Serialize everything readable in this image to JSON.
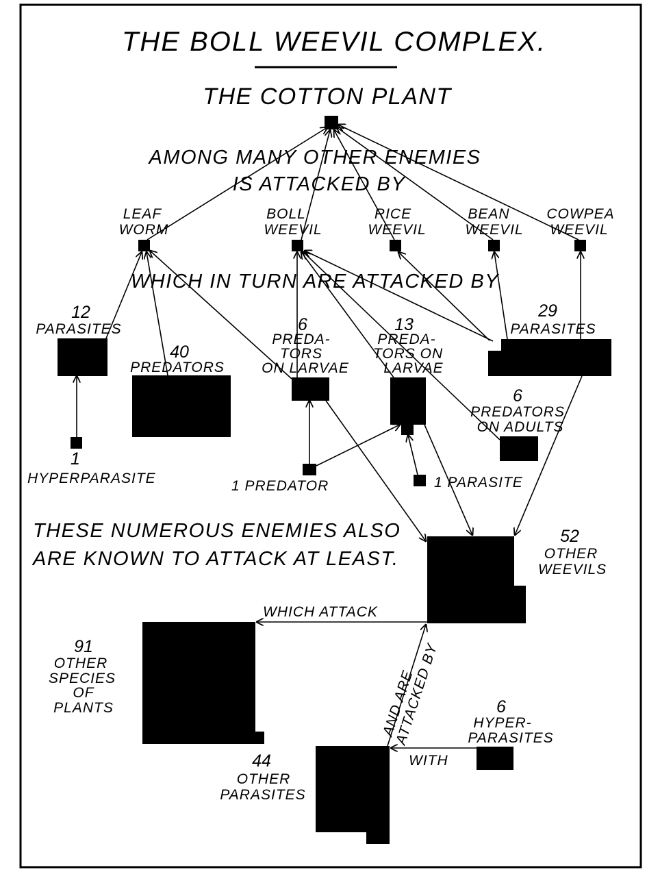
{
  "title": "THE BOLL WEEVIL COMPLEX.",
  "subtitle": "THE COTTON PLANT",
  "phrases": {
    "among_line1": "AMONG MANY OTHER ENEMIES",
    "among_line2": "IS ATTACKED BY",
    "which_in_turn": "WHICH IN TURN ARE ATTACKED BY",
    "numerous_line1": "THESE NUMEROUS ENEMIES ALSO",
    "numerous_line2": "ARE KNOWN TO ATTACK AT LEAST.",
    "which_attack": "WHICH ATTACK",
    "and_are_line1": "AND ARE",
    "and_are_line2": "ATTACKED BY",
    "with": "WITH"
  },
  "nodes": {
    "leaf_worm": [
      "LEAF",
      "WORM"
    ],
    "boll_weevil": [
      "BOLL",
      "WEEVIL"
    ],
    "rice_weevil": [
      "RICE",
      "WEEVIL"
    ],
    "bean_weevil": [
      "BEAN",
      "WEEVIL"
    ],
    "cowpea_weevil": [
      "COWPEA",
      "WEEVIL"
    ],
    "parasites_12": {
      "count": "12",
      "label": "PARASITES"
    },
    "predators_40": {
      "count": "40",
      "label": "PREDATORS"
    },
    "predators_6_larvae": {
      "count": "6",
      "lines": [
        "PREDA-",
        "TORS",
        "ON LARVAE"
      ]
    },
    "predators_13_larvae": {
      "count": "13",
      "lines": [
        "PREDA-",
        "TORS ON",
        "LARVAE"
      ]
    },
    "parasites_29": {
      "count": "29",
      "label": "PARASITES"
    },
    "predators_6_adults": {
      "count": "6",
      "lines": [
        "PREDATORS",
        "ON ADULTS"
      ]
    },
    "hyperparasite_1": {
      "count": "1",
      "label": "HYPERPARASITE"
    },
    "predator_1": "1 PREDATOR",
    "parasite_1": "1 PARASITE",
    "other_weevils_52": {
      "count": "52",
      "lines": [
        "OTHER",
        "WEEVILS"
      ]
    },
    "other_plants_91": {
      "count": "91",
      "lines": [
        "OTHER",
        "SPECIES",
        "OF",
        "PLANTS"
      ]
    },
    "other_parasites_44": {
      "count": "44",
      "lines": [
        "OTHER",
        "PARASITES"
      ]
    },
    "hyperparasites_6": {
      "count": "6",
      "lines": [
        "HYPER-",
        "PARASITES"
      ]
    }
  }
}
